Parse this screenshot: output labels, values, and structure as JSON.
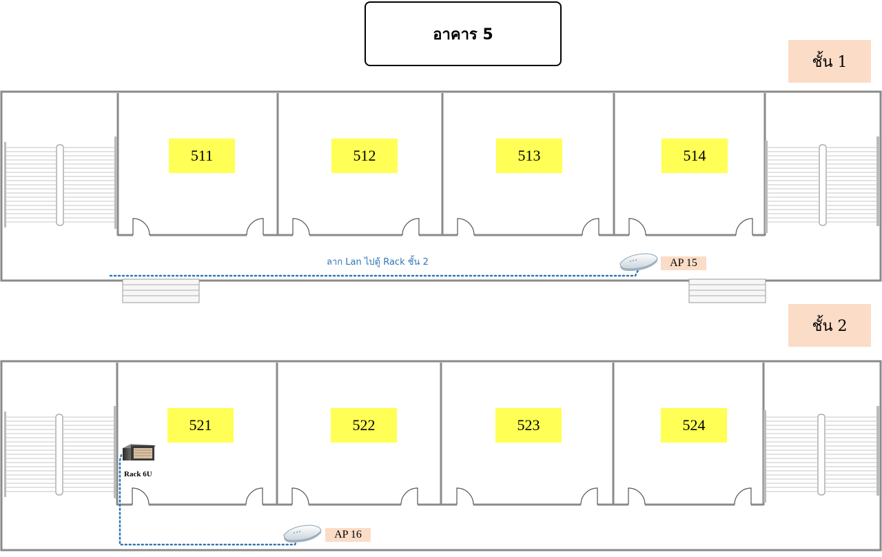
{
  "building": {
    "title": "อาคาร 5"
  },
  "floors": [
    {
      "label": "ชั้น 1",
      "rooms": [
        "511",
        "512",
        "513",
        "514"
      ],
      "ap_label": "AP 15",
      "cable_note": "ลาก Lan ไปตู้ Rack ชั้น 2"
    },
    {
      "label": "ชั้น 2",
      "rooms": [
        "521",
        "522",
        "523",
        "524"
      ],
      "ap_label": "AP 16",
      "rack_label": "Rack 6U"
    }
  ],
  "colors": {
    "room_label_bg": "#ffff55",
    "floor_label_bg": "#fbdcc7",
    "ap_label_bg": "#fbdcc7",
    "cable": "#2e75b6",
    "walls": "#8a8a8a"
  },
  "icons": {
    "access_point": "access-point-icon",
    "rack": "server-rack-icon",
    "stairs": "staircase"
  }
}
